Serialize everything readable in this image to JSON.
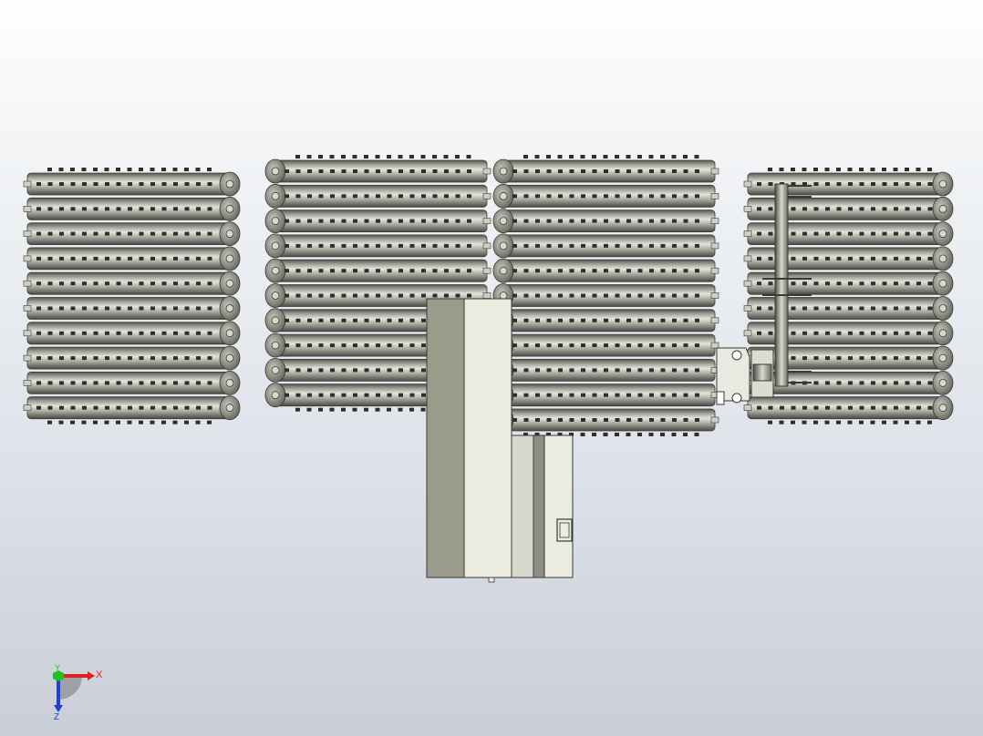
{
  "viewport": {
    "background_top": "#ffffff",
    "background_bottom": "#c9ced8"
  },
  "model": {
    "roller_color": "#8f8f86",
    "roller_highlight": "#e4e4de",
    "roller_shadow": "#5a5a52",
    "frame_dark": "#9b9b8c",
    "frame_light": "#ebebe0",
    "frame_mid": "#d7d8cc",
    "frame_strip": "#8e8e88",
    "modules": [
      {
        "name": "left-roller-module",
        "roller_count": 10
      },
      {
        "name": "center-left-roller-module",
        "roller_count": 10
      },
      {
        "name": "center-right-roller-module",
        "roller_count": 11
      },
      {
        "name": "right-roller-module",
        "roller_count": 10
      }
    ]
  },
  "triad": {
    "x_label": "X",
    "y_label": "Y",
    "z_label": "Z",
    "x_color": "#e02020",
    "y_color": "#22c022",
    "z_color": "#2040d0"
  }
}
